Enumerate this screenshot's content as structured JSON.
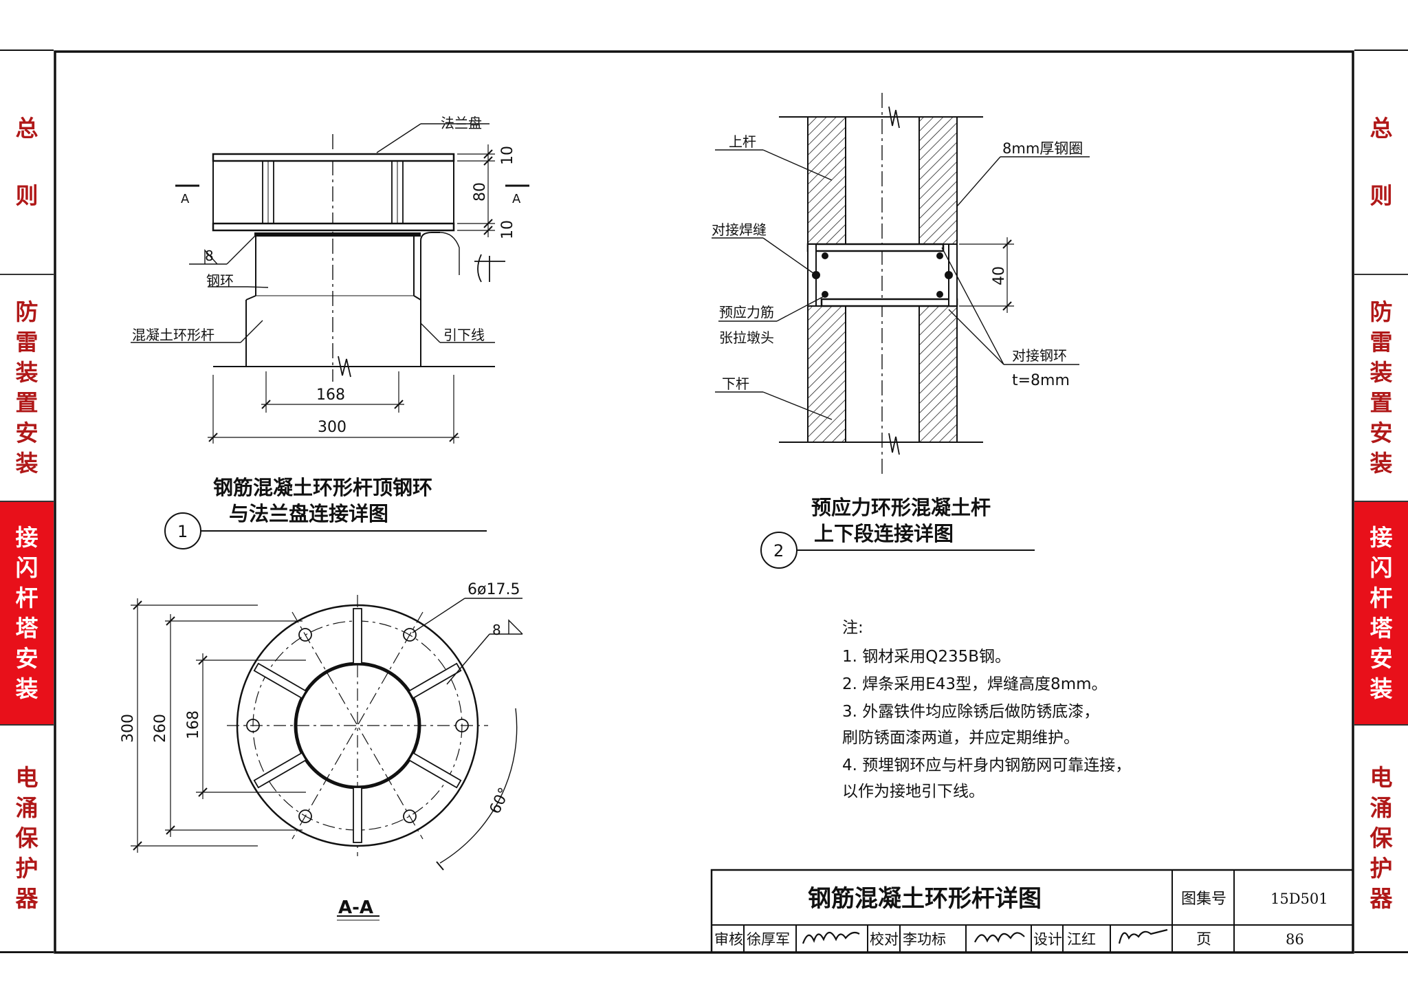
{
  "side_tabs": [
    {
      "label": "总则",
      "active": false
    },
    {
      "label": "防雷装置安装",
      "active": false
    },
    {
      "label": "接闪杆塔安装",
      "active": true
    },
    {
      "label": "电涌保护器",
      "active": false
    }
  ],
  "colors": {
    "tab_text": "#b01818",
    "tab_active_bg": "#e8101a",
    "tab_active_text": "#ffffff",
    "line": "#111111"
  },
  "detail1": {
    "title_line1": "钢筋混凝土环形杆顶钢环",
    "title_line2": "与法兰盘连接详图",
    "number": "1",
    "labels": {
      "flange": "法兰盘",
      "steel_ring": "钢环",
      "concrete_pole": "混凝土环形杆",
      "down_conductor": "引下线",
      "weld_size": "8",
      "section_mark": "A"
    },
    "dims": {
      "d10_top": "10",
      "d80": "80",
      "d10_bottom": "10",
      "d168": "168",
      "d300": "300"
    }
  },
  "detail2": {
    "title_line1": "预应力环形混凝土杆",
    "title_line2": "上下段连接详图",
    "number": "2",
    "labels": {
      "upper_pole": "上杆",
      "steel_ring_8mm": "8mm厚钢圈",
      "butt_weld": "对接焊缝",
      "prestress1": "预应力筋",
      "prestress2": "张拉墩头",
      "lower_pole": "下杆",
      "butt_ring": "对接钢环",
      "thickness": "t=8mm"
    },
    "dims": {
      "d40": "40"
    }
  },
  "section_aa": {
    "title": "A-A",
    "labels": {
      "holes": "6ø17.5",
      "weld": "8",
      "angle": "60°"
    },
    "dims": {
      "d300": "300",
      "d260": "260",
      "d168": "168"
    }
  },
  "notes": {
    "heading": "注:",
    "items": [
      "1.  钢材采用Q235B钢。",
      "2.  焊条采用E43型，焊缝高度8mm。",
      "3.  外露铁件均应除锈后做防锈底漆，",
      "     刷防锈面漆两道，并应定期维护。",
      "4.  预埋钢环应与杆身内钢筋网可靠连接，",
      "     以作为接地引下线。"
    ]
  },
  "title_block": {
    "title": "钢筋混凝土环形杆详图",
    "atlas_label": "图集号",
    "atlas_number": "15D501",
    "page_label": "页",
    "page_number": "86",
    "review_label": "审核",
    "review_name": "徐厚军",
    "check_label": "校对",
    "check_name": "李功标",
    "design_label": "设计",
    "design_name": "江红"
  }
}
